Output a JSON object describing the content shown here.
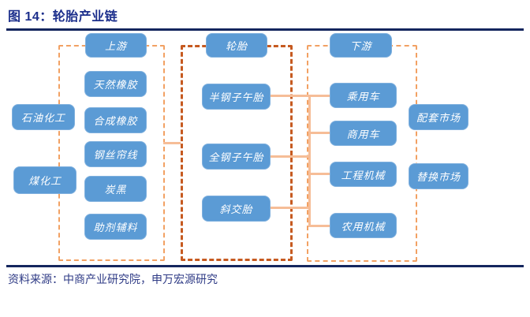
{
  "header": {
    "title": "图 14：轮胎产业链"
  },
  "footer": {
    "source": "资料来源：中商产业研究院，申万宏源研究"
  },
  "colors": {
    "title_text": "#1c2f8c",
    "rule": "#14265e",
    "source_text": "#2e3a85",
    "node_fill": "#5b9bd5",
    "node_text": "#ffffff",
    "group_border_light": "#f2a163",
    "group_border_dark": "#c65a20",
    "connector": "#f6bd97"
  },
  "diagram": {
    "left_nodes": [
      "石油化工",
      "煤化工"
    ],
    "groups": [
      {
        "header": "上游",
        "items": [
          "天然橡胶",
          "合成橡胶",
          "钢丝帘线",
          "炭黑",
          "助剂辅料"
        ]
      },
      {
        "header": "轮胎",
        "items": [
          "半钢子午胎",
          "全钢子午胎",
          "斜交胎"
        ]
      },
      {
        "header": "下游",
        "items": [
          "乘用车",
          "商用车",
          "工程机械",
          "农用机械"
        ]
      }
    ],
    "right_nodes": [
      "配套市场",
      "替换市场"
    ]
  }
}
